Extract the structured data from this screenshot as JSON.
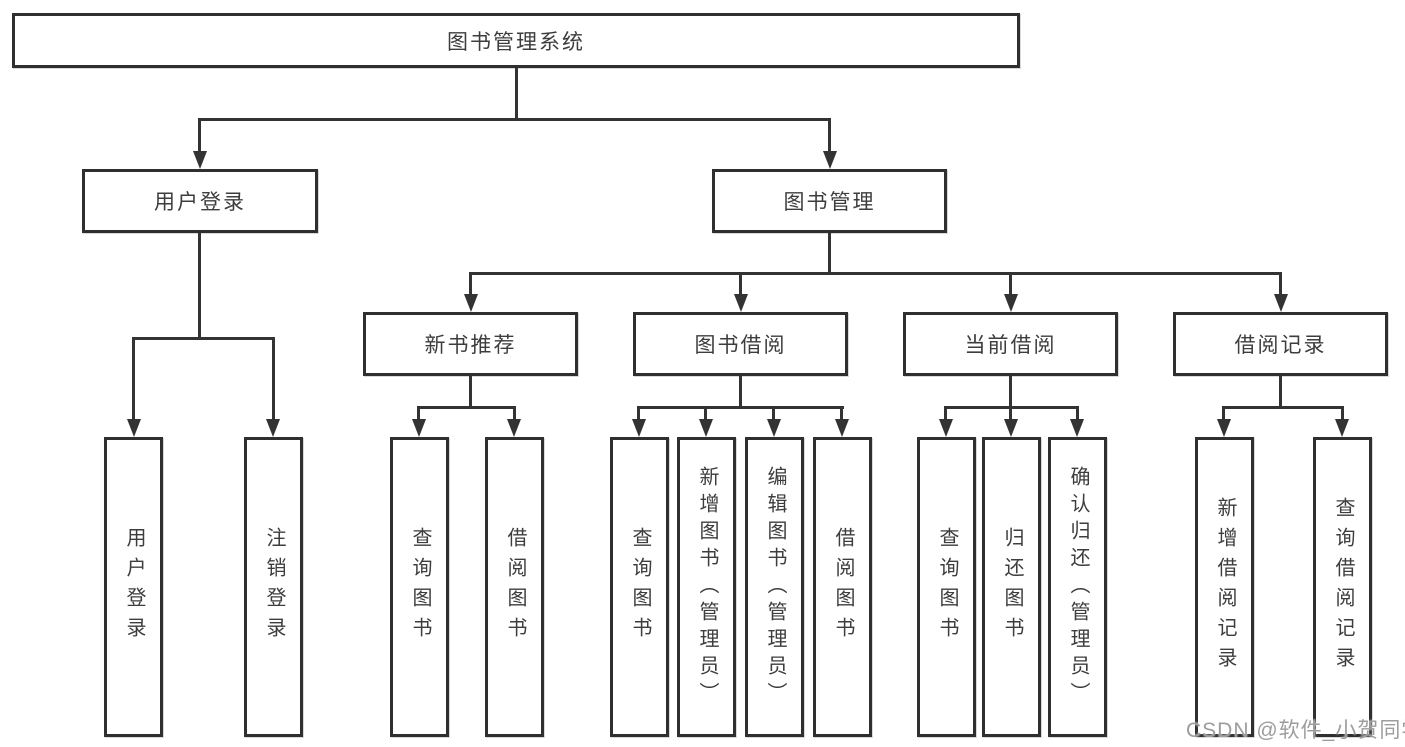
{
  "diagram": {
    "title": "图书管理系统",
    "nodes": {
      "root": {
        "label": "图书管理系统"
      },
      "user_login": {
        "label": "用户登录"
      },
      "book_management": {
        "label": "图书管理"
      },
      "new_book_recommendation": {
        "label": "新书推荐"
      },
      "book_borrowing": {
        "label": "图书借阅"
      },
      "current_borrowing": {
        "label": "当前借阅"
      },
      "borrowing_records": {
        "label": "借阅记录"
      },
      "leaves": {
        "ul_user_login": {
          "label": "用户登录"
        },
        "ul_logout": {
          "label": "注销登录"
        },
        "nbr_query_books": {
          "label": "查询图书"
        },
        "nbr_borrow_books": {
          "label": "借阅图书"
        },
        "bb_query_books": {
          "label": "查询图书"
        },
        "bb_add_books": {
          "label": "新增图书（管理员）"
        },
        "bb_edit_books": {
          "label": "编辑图书（管理员）"
        },
        "bb_borrow_books": {
          "label": "借阅图书"
        },
        "cb_query_books": {
          "label": "查询图书"
        },
        "cb_return_books": {
          "label": "归还图书"
        },
        "cb_confirm_return": {
          "label": "确认归还（管理员）"
        },
        "br_add_record": {
          "label": "新增借阅记录"
        },
        "br_query_record": {
          "label": "查询借阅记录"
        }
      }
    },
    "colors": {
      "line": "#333333",
      "border": "#2f2f2f",
      "text": "#3d3d3d",
      "background": "#ffffff",
      "watermark": "#9d9d9d"
    }
  },
  "watermark": {
    "text": "CSDN @软件_小贺同学"
  }
}
